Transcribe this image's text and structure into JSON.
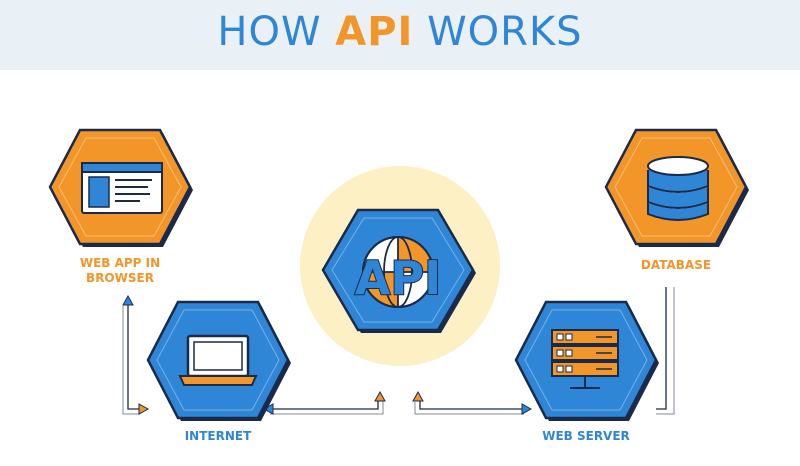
{
  "header": {
    "title_prefix": "HOW ",
    "title_accent": "API",
    "title_suffix": " WORKS"
  },
  "center": {
    "badge_text": "API"
  },
  "nodes": {
    "web_app": {
      "label_line1": "WEB APP IN",
      "label_line2": "BROWSER"
    },
    "database": {
      "label": "DATABASE"
    },
    "internet": {
      "label": "INTERNET"
    },
    "web_server": {
      "label": "WEB SERVER"
    }
  },
  "colors": {
    "orange": "#f2962a",
    "blue": "#2f86d6",
    "dark_outline": "#1b2a4a",
    "header_bg": "#e9f1f7",
    "halo": "#fdf0c4"
  }
}
